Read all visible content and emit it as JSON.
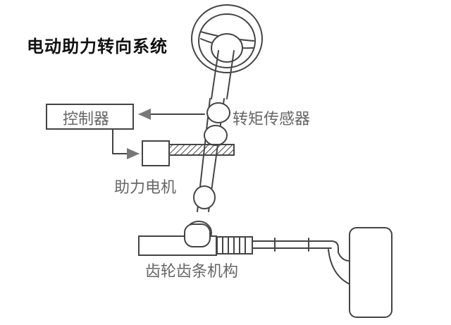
{
  "title": "电动助力转向系统",
  "components": {
    "controller": "控制器",
    "torque_sensor": "转矩传感器",
    "assist_motor": "助力电机",
    "rack_and_pinion": "齿轮齿条机构"
  },
  "colors": {
    "line": "#444444",
    "label": "#666666",
    "title": "#111111"
  }
}
